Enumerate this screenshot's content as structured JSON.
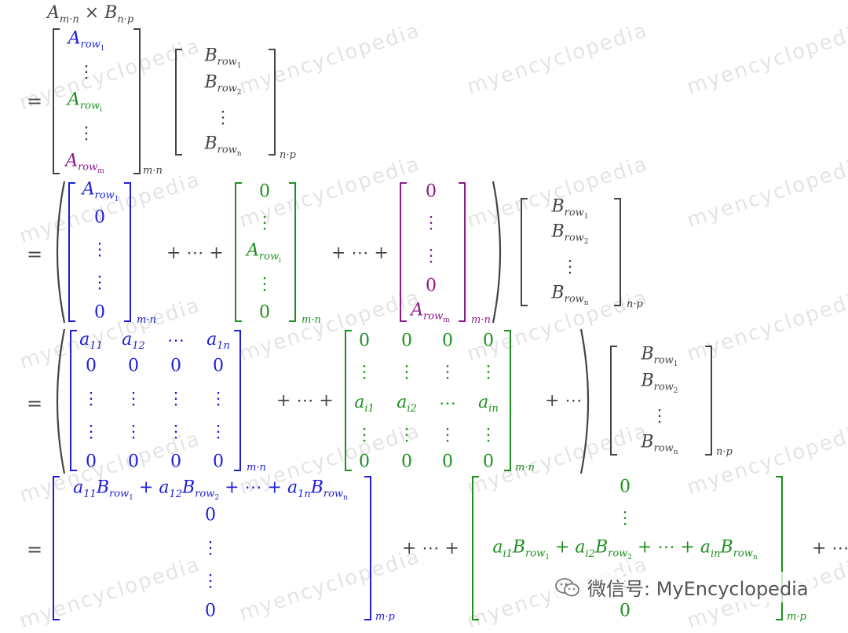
{
  "watermark": "myencyclopedia",
  "header": {
    "A": "A",
    "A_sub": "m·n",
    "times": "×",
    "B": "B",
    "B_sub": "n·p"
  },
  "symbols": {
    "eq": "=",
    "plusdots": "+ ⋯ +",
    "plusdots_tail": "+ ⋯",
    "plusdots_cut": "+ ⋯",
    "vdots": "⋮",
    "cdots": "⋯",
    "zero": "0"
  },
  "labels": {
    "A": "A",
    "B": "B",
    "row": "row",
    "i": "i",
    "m": "m",
    "n": "n",
    "one": "1",
    "two": "2",
    "a11": "11",
    "a12": "12",
    "a1n": "1n",
    "ai1": "i1",
    "ai2": "i2",
    "ain": "in",
    "a": "a",
    "mn": "m·n",
    "np": "n·p",
    "mp": "m·p"
  },
  "footer": {
    "wechat_text": "微信号: MyEncyclopedia"
  }
}
